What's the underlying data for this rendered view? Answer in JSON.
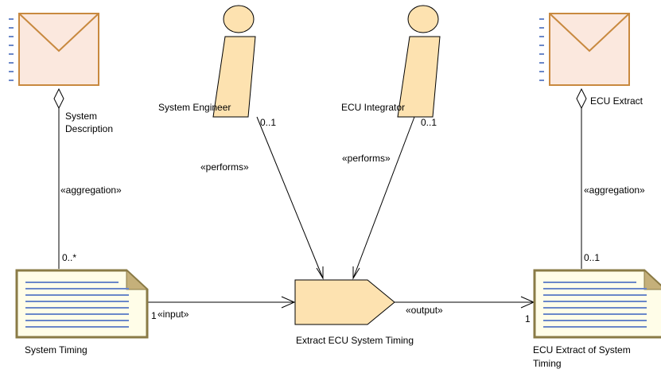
{
  "colors": {
    "work_product_fill": "#fbe8de",
    "work_product_stroke": "#c8893f",
    "role_fill": "#fde2b0",
    "role_stroke": "#000000",
    "document_fill": "#fffde8",
    "document_fold": "#c5b07a",
    "document_stroke": "#8a7b46",
    "document_lines": "#6a87c9",
    "task_fill": "#fde2b0",
    "line": "#000000"
  },
  "icons": {
    "envelope": "envelope-icon",
    "role": "role-actor-icon",
    "document": "document-icon",
    "task": "task-pentagon-icon"
  },
  "nodes": {
    "system_description": {
      "label_line1": "System",
      "label_line2": "Description"
    },
    "system_engineer": {
      "label": "System Engineer"
    },
    "ecu_integrator": {
      "label": "ECU Integrator"
    },
    "ecu_extract": {
      "label": "ECU Extract"
    },
    "system_timing": {
      "label": "System Timing"
    },
    "extract_task": {
      "label": "Extract ECU System Timing"
    },
    "ecu_extract_timing": {
      "label_line1": "ECU Extract of System",
      "label_line2": "Timing"
    }
  },
  "edges": {
    "aggregation_left": {
      "stereotype": "«aggregation»",
      "multiplicity": "0..*"
    },
    "aggregation_right": {
      "stereotype": "«aggregation»",
      "multiplicity": "0..1"
    },
    "performs_engineer": {
      "stereotype": "«performs»",
      "multiplicity": "0..1"
    },
    "performs_integrator": {
      "stereotype": "«performs»",
      "multiplicity": "0..1"
    },
    "input": {
      "stereotype": "«input»",
      "multiplicity": "1"
    },
    "output": {
      "stereotype": "«output»",
      "multiplicity": "1"
    }
  }
}
